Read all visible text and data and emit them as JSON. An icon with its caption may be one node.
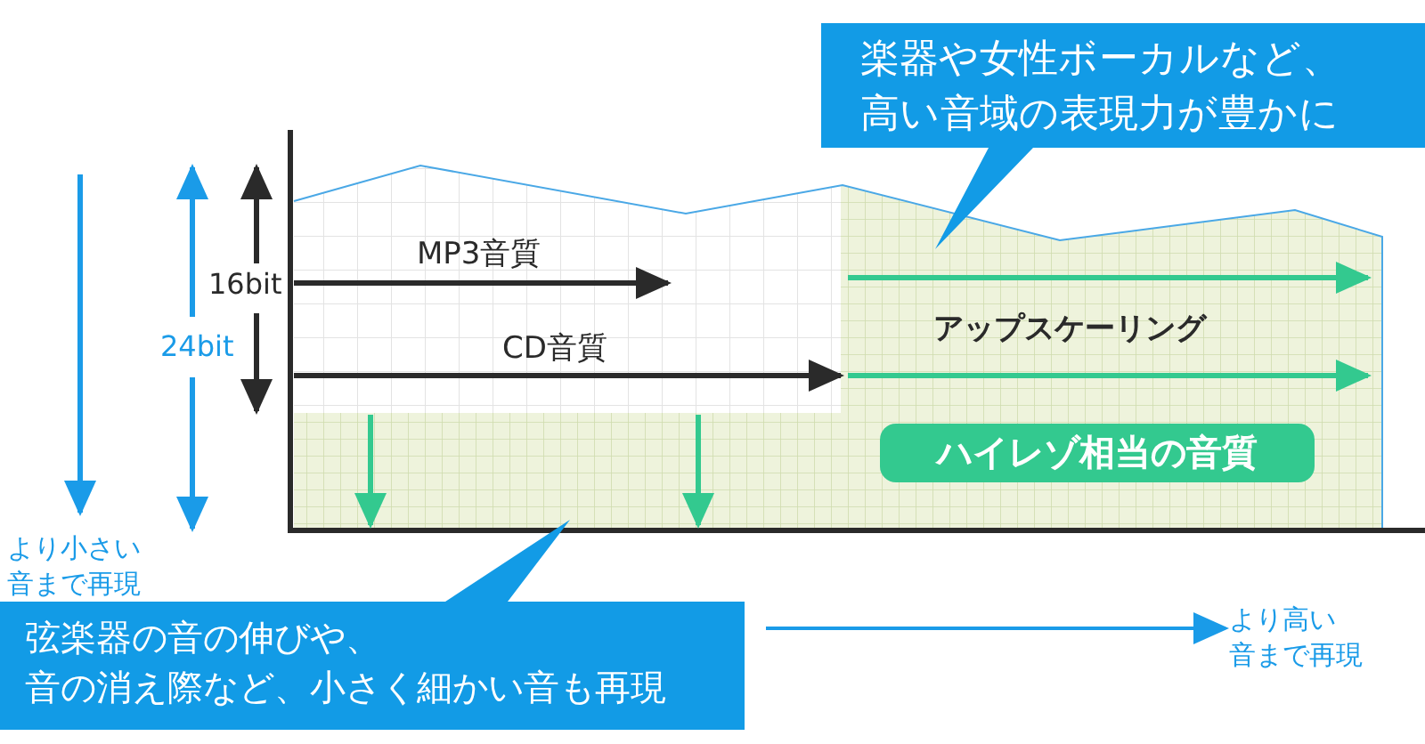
{
  "diagram": {
    "nodes": [
      {
        "text": [
          "楽器や女性ボーカルなど、高い音域の表現力が豊かに"
        ]
      },
      {
        "text": [
          "ハイレゾ相当の音質"
        ]
      },
      {
        "text": [
          "弦楽器の音の伸びや、音の消え際など、小さく細かい音も再現"
        ]
      }
    ],
    "labels": [
      "MP3音質",
      "16bit",
      "アップスケーリング",
      "24bit",
      "CD音質",
      "より小さい音まで再現",
      "より高い音まで再現"
    ]
  }
}
